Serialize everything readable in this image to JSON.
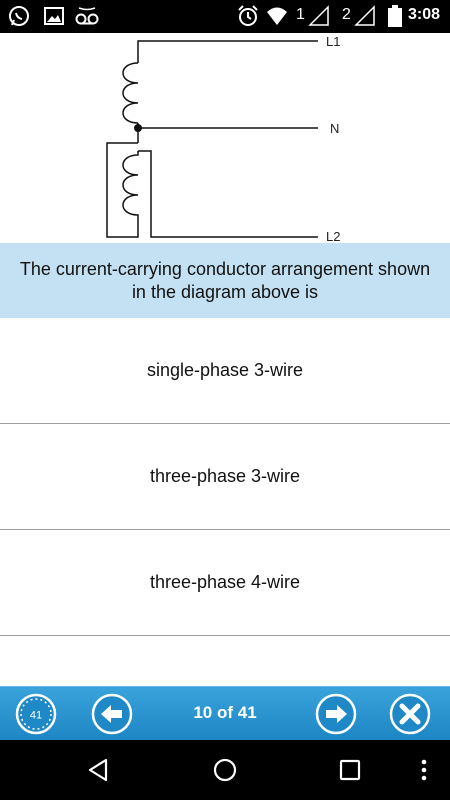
{
  "status_bar": {
    "sim1_label": "1",
    "sim2_label": "2",
    "time": "3:08",
    "icons": [
      "whatsapp-icon",
      "gallery-icon",
      "voicemail-icon",
      "alarm-icon",
      "wifi-icon",
      "signal-icon",
      "signal-icon",
      "battery-icon"
    ]
  },
  "diagram": {
    "labels": {
      "top": "L1",
      "middle": "N",
      "bottom": "L2"
    }
  },
  "question": {
    "text": "The current-carrying conductor arrangement shown in the diagram above is"
  },
  "answers": [
    {
      "label": "single-phase 3-wire"
    },
    {
      "label": "three-phase 3-wire"
    },
    {
      "label": "three-phase 4-wire"
    },
    {
      "label": ""
    }
  ],
  "toolbar": {
    "timer_badge": "41",
    "counter": "10 of 41",
    "icons": [
      "timer-icon",
      "previous-arrow-icon",
      "next-arrow-icon",
      "close-icon"
    ]
  },
  "colors": {
    "banner": "#c3e1f3",
    "toolbar": "#2a94d0",
    "accent": "#1d86c4"
  }
}
